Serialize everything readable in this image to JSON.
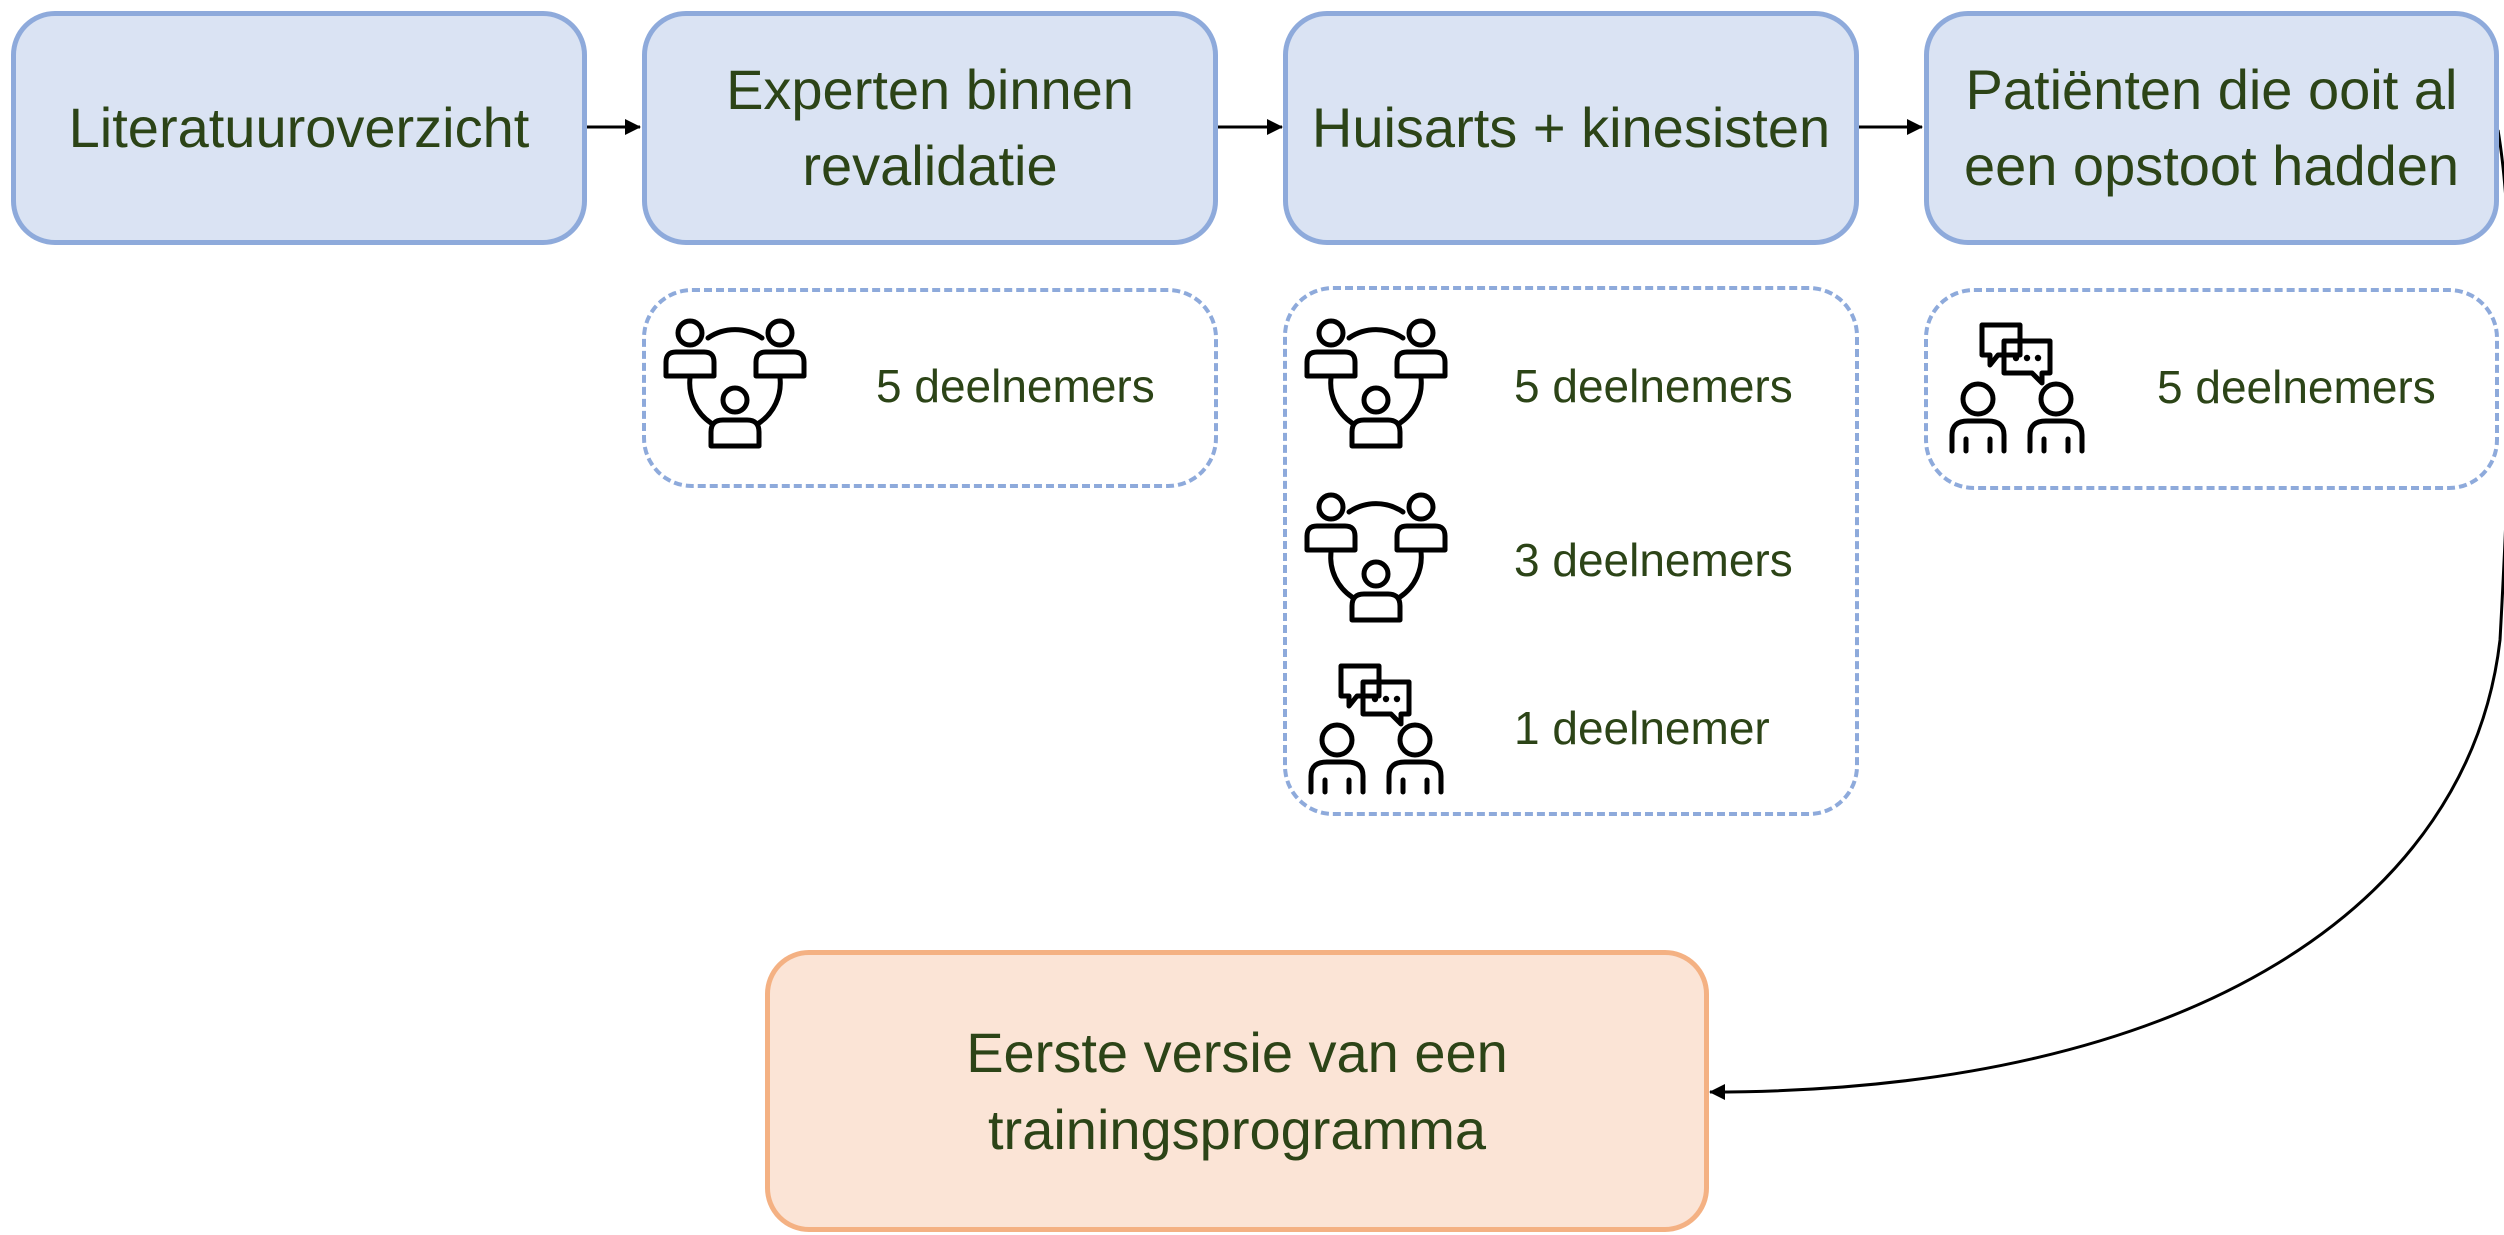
{
  "steps": [
    {
      "label": "Literatuuroverzicht"
    },
    {
      "label": "Experten binnen revalidatie"
    },
    {
      "label": "Huisarts + kinesisten"
    },
    {
      "label": "Patiënten die ooit al een opstoot hadden"
    }
  ],
  "participants": {
    "experts": [
      {
        "icon": "group-discussion-icon",
        "label": "5 deelnemers"
      }
    ],
    "huisarts": [
      {
        "icon": "group-discussion-icon",
        "label": "5 deelnemers"
      },
      {
        "icon": "group-discussion-icon",
        "label": "3 deelnemers"
      },
      {
        "icon": "interview-icon",
        "label": "1 deelnemer"
      }
    ],
    "patients": [
      {
        "icon": "interview-icon",
        "label": "5 deelnemers"
      }
    ]
  },
  "result": {
    "label": "Eerste versie van een trainingsprogramma"
  },
  "colors": {
    "step_fill": "#dae3f3",
    "step_border": "#8eaadb",
    "result_fill": "#fbe4d6",
    "result_border": "#f4b183",
    "text": "#2c4417"
  }
}
